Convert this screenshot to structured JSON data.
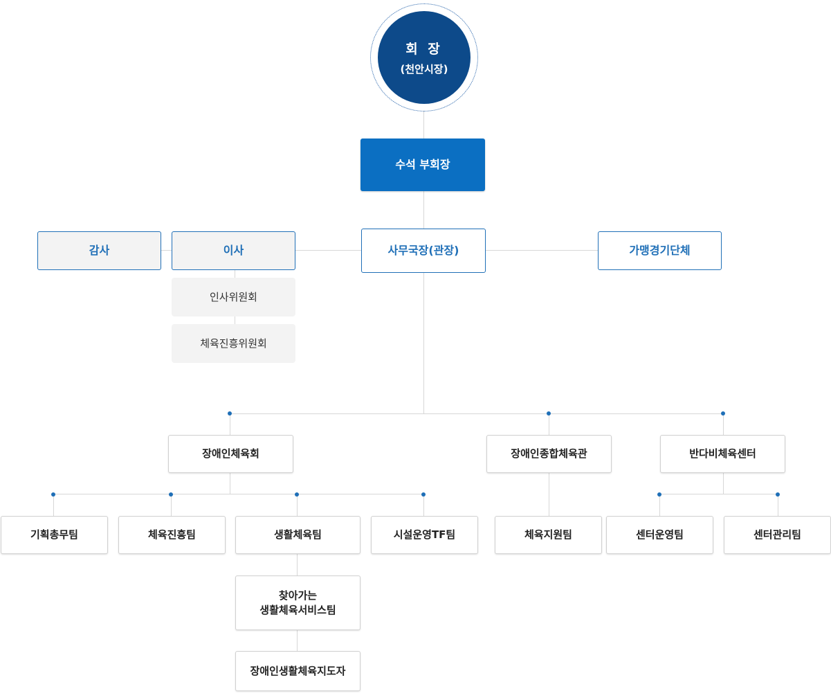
{
  "chair": {
    "title": "회 장",
    "subtitle": "(천안시장)"
  },
  "vice_chair": "수석 부회장",
  "auditor": "감사",
  "director": "이사",
  "committees": [
    "인사위원회",
    "체육진흥위원회"
  ],
  "secretary_general": "사무국장(관장)",
  "member_org": "가맹경기단체",
  "divisions": {
    "association": {
      "label": "장애인체육회",
      "teams": [
        "기획총무팀",
        "체육진흥팀",
        "생활체육팀",
        "시설운영TF팀"
      ],
      "sub_teams": [
        "찾아가는\n생활체육서비스팀",
        "장애인생활체육지도자"
      ]
    },
    "complex": {
      "label": "장애인종합체육관",
      "teams": [
        "체육지원팀"
      ]
    },
    "bandabi": {
      "label": "반다비체육센터",
      "teams": [
        "센터운영팀",
        "센터관리팀"
      ]
    }
  },
  "colors": {
    "navy": "#0d4a8a",
    "blue": "#0b6fc2",
    "accent": "#1f6fb7",
    "line": "#d7d7d7"
  }
}
